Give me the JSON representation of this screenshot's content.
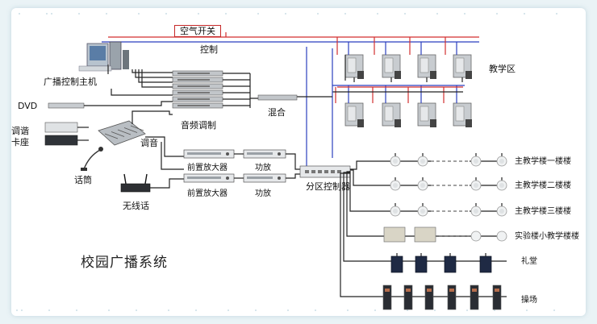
{
  "diagram": {
    "title": "校园广播系统",
    "labels": {
      "air_switch": "空气开关",
      "control": "控制",
      "host": "广播控制主机",
      "teaching_area": "教学区",
      "dvd": "DVD",
      "tuner": "调谐\n卡座",
      "audio_matrix": "音频调制",
      "mix": "混合",
      "mixer": "调音",
      "mic": "话筒",
      "wireless_mic": "无线话",
      "preamp_1": "前置放大器",
      "preamp_2": "前置放大器",
      "amp_1": "功放",
      "amp_2": "功放",
      "zone_controller": "分区控制器",
      "zone_1": "主教学楼一楼楼",
      "zone_2": "主教学楼二楼楼",
      "zone_3": "主教学楼三楼楼",
      "zone_4": "实验楼小教学楼楼",
      "zone_5": "礼堂",
      "zone_6": "操场"
    },
    "colors": {
      "line_red": "#d32f2f",
      "line_blue": "#2b3fbf",
      "line_black": "#222222"
    },
    "icons": {
      "host": "computer-tower-icon",
      "teaching": "wall-speaker-icon",
      "rack": "rack-unit-icon",
      "ceiling": "ceiling-speaker-icon",
      "column": "column-speaker-icon",
      "mic": "microphone-icon"
    }
  }
}
